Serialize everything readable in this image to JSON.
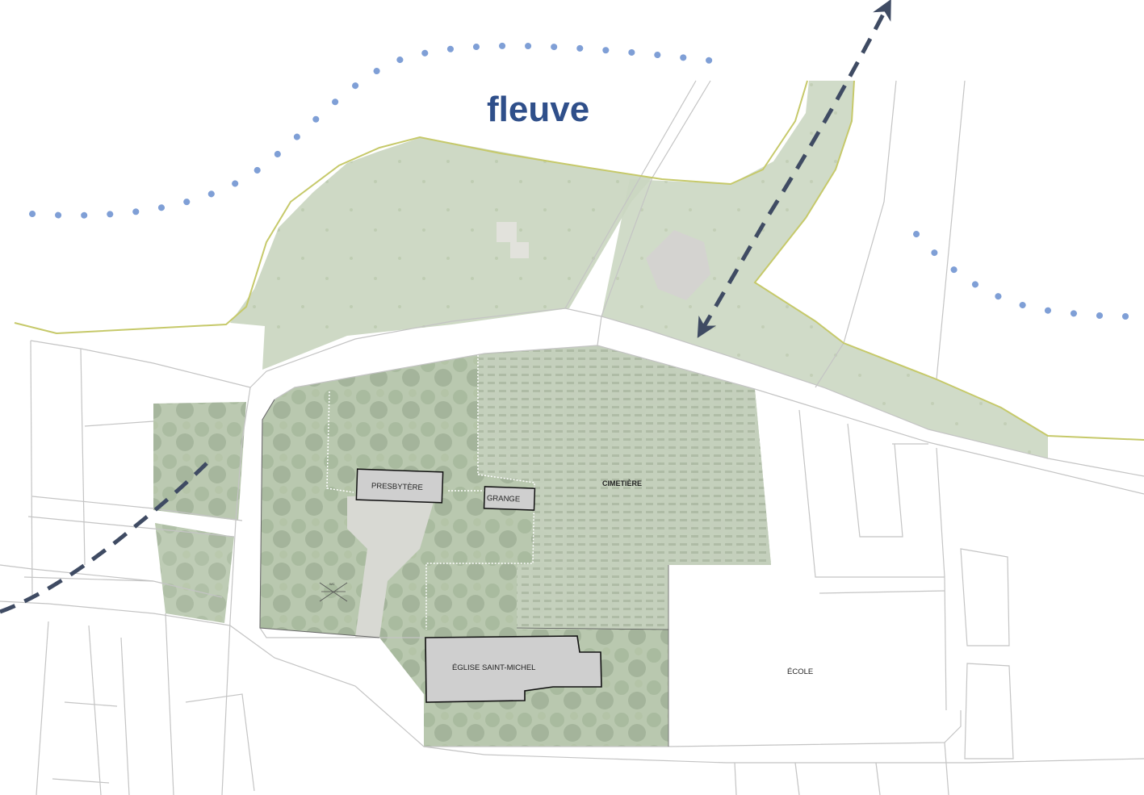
{
  "map": {
    "river_label": "fleuve",
    "places": {
      "presbytere": "PRESBYTÈRE",
      "grange": "GRANGE",
      "cimetiere": "CIMETIÈRE",
      "eglise": "ÉGLISE SAINT-MICHEL",
      "ecole": "ÉCOLE"
    },
    "wc_label": "WC"
  },
  "colors": {
    "river_dots": "#7f9fd6",
    "river_label": "#2f4f8a",
    "riverbank_line": "#c6c96a",
    "path_dash": "#3f4b63",
    "building_fill": "#cfcfcf",
    "vegetation": "#b9c9ae",
    "parcel_lines": "#c4c4c4"
  },
  "icons": {
    "path_arrow": "arrow-head-icon",
    "wc_symbol": "wc-icon"
  }
}
